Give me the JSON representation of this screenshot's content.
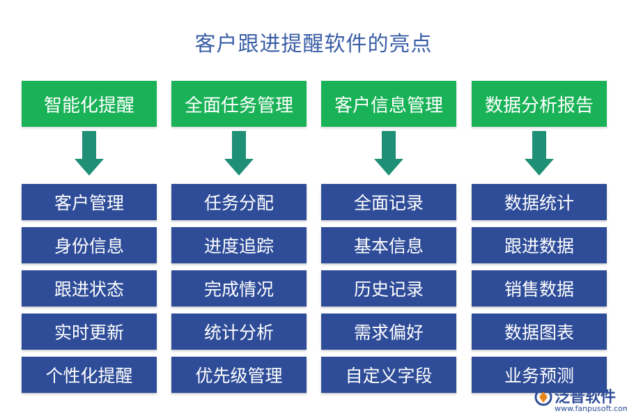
{
  "title": "客户跟进提醒软件的亮点",
  "columns": [
    {
      "heading": "智能化提醒",
      "items": [
        "客户管理",
        "身份信息",
        "跟进状态",
        "实时更新",
        "个性化提醒"
      ]
    },
    {
      "heading": "全面任务管理",
      "items": [
        "任务分配",
        "进度追踪",
        "完成情况",
        "统计分析",
        "优先级管理"
      ]
    },
    {
      "heading": "客户信息管理",
      "items": [
        "全面记录",
        "基本信息",
        "历史记录",
        "需求偏好",
        "自定义字段"
      ]
    },
    {
      "heading": "数据分析报告",
      "items": [
        "数据统计",
        "跟进数据",
        "销售数据",
        "数据图表",
        "业务预测"
      ]
    }
  ],
  "logo": {
    "name": "泛普软件",
    "url": "www.fanpusoft.com",
    "icon": "fanpu-logo-icon"
  },
  "colors": {
    "title": "#3a5ea6",
    "heading_bg": "#19b257",
    "item_bg": "#2e4c98",
    "arrow": "#1f8f76"
  }
}
